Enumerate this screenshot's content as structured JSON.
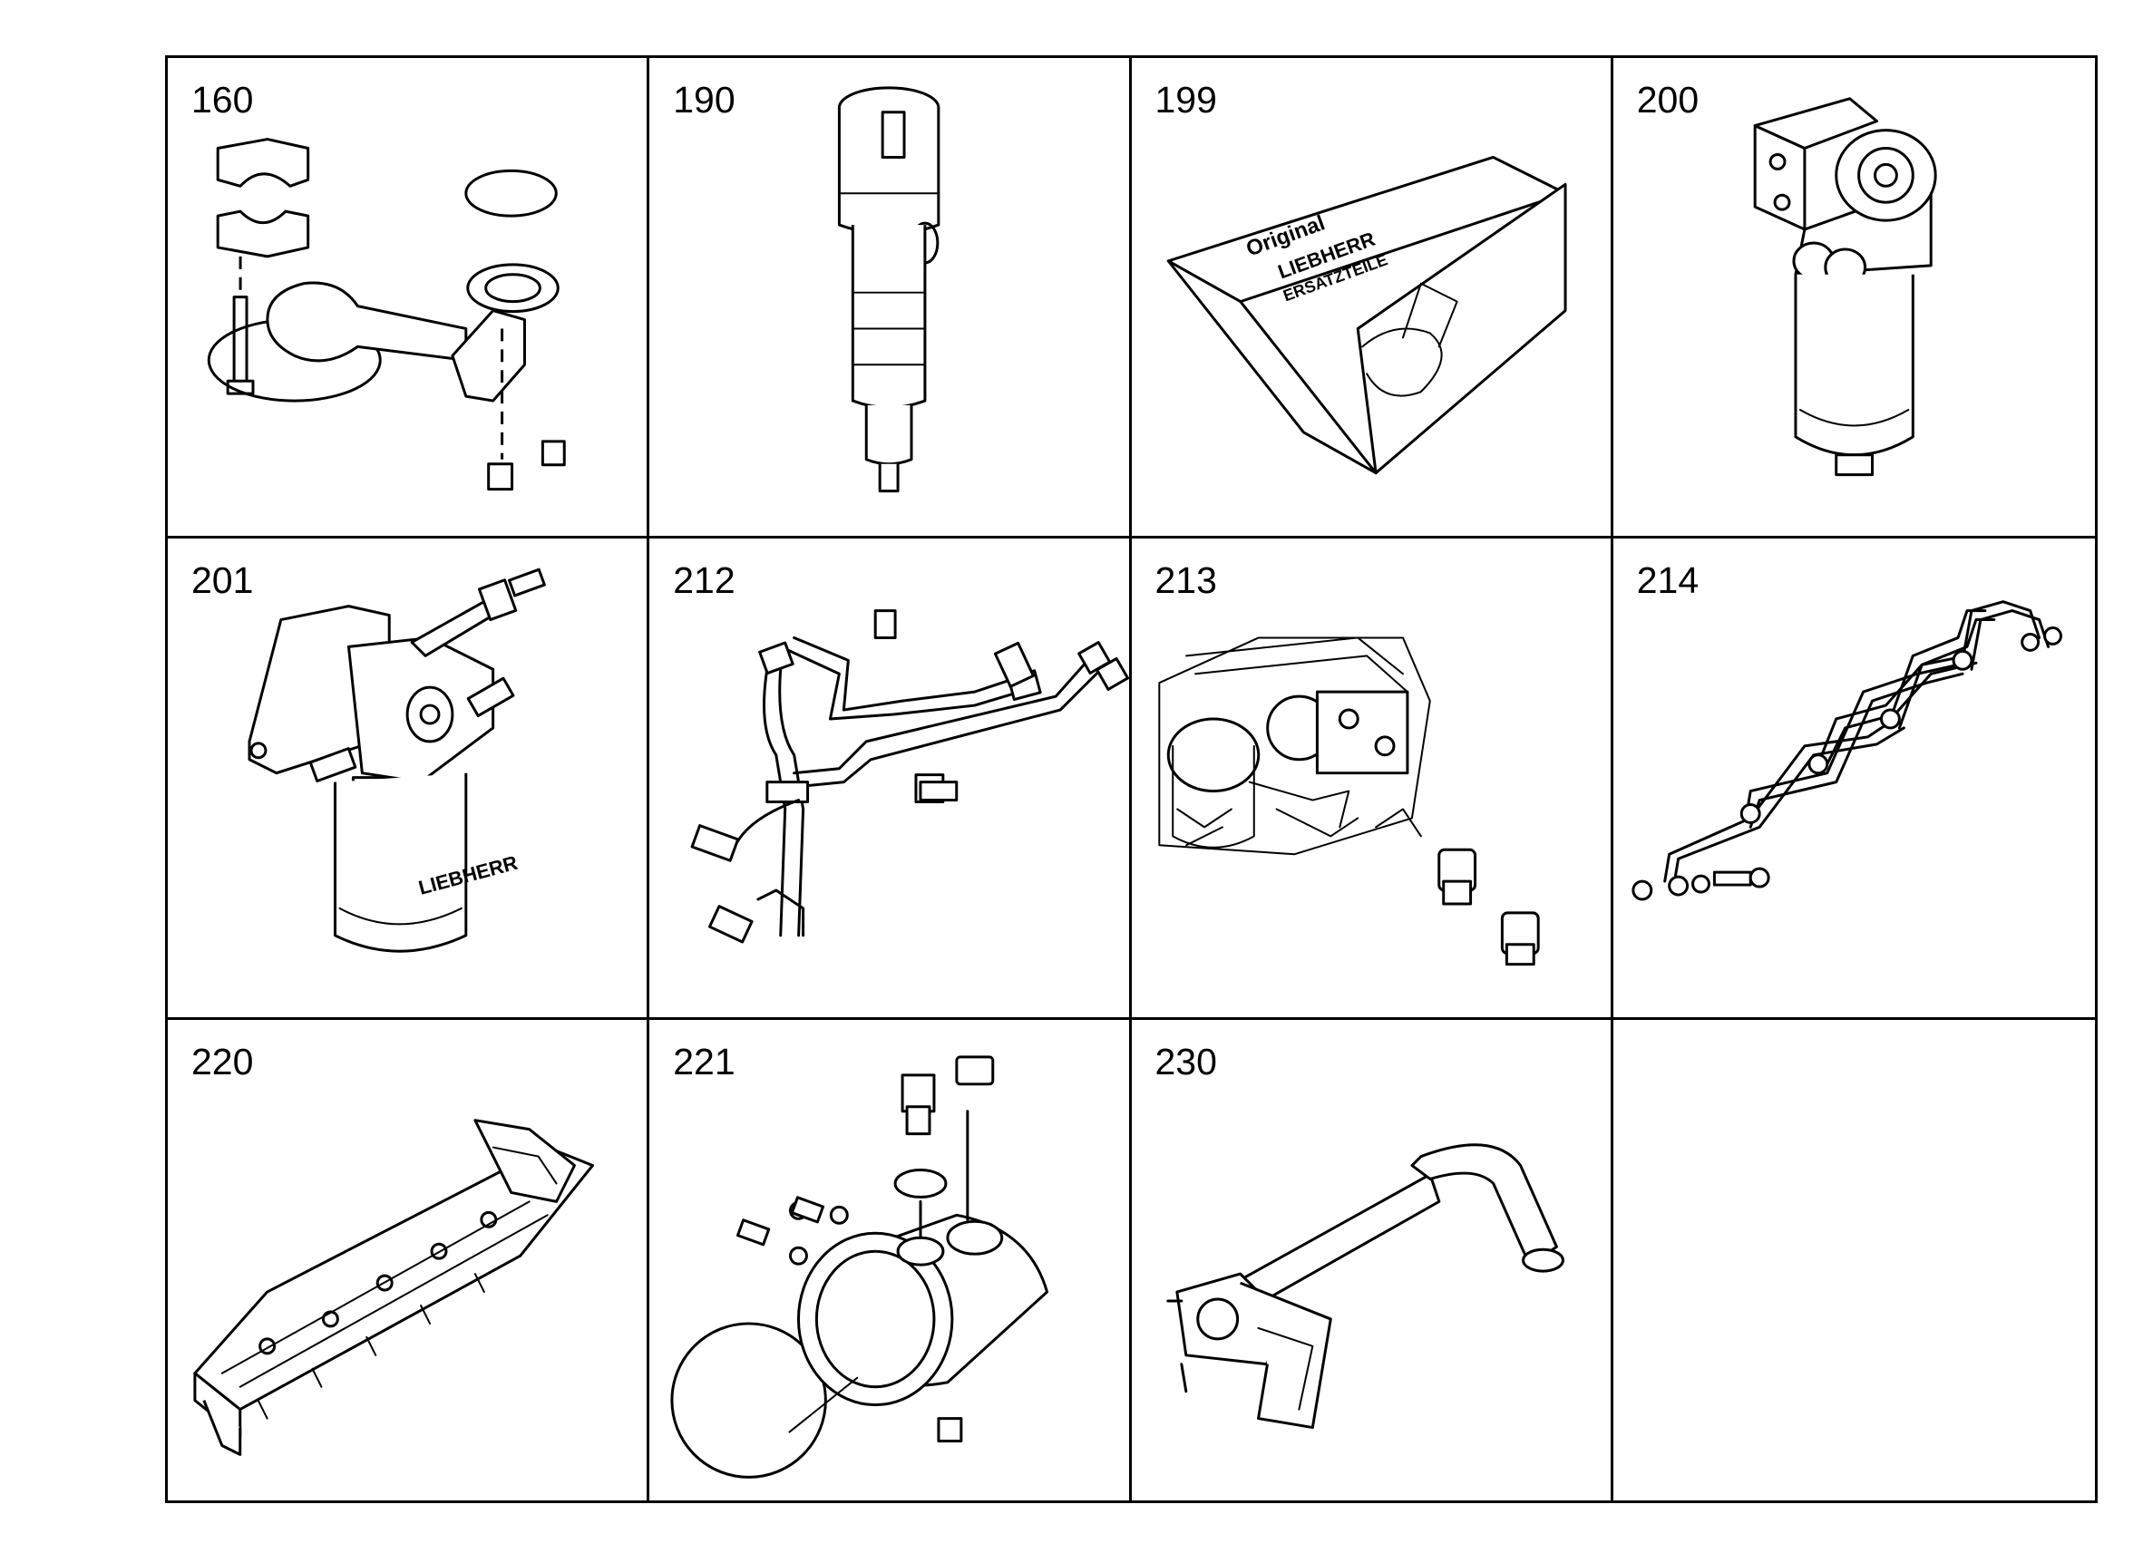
{
  "parts": [
    {
      "number": "160",
      "icon": "oil-suction-pipe-icon"
    },
    {
      "number": "190",
      "icon": "injection-nozzle-icon"
    },
    {
      "number": "199",
      "icon": "original-parts-box-icon"
    },
    {
      "number": "200",
      "icon": "fuel-prefilter-icon"
    },
    {
      "number": "201",
      "icon": "fuel-filter-icon"
    },
    {
      "number": "212",
      "icon": "fuel-lines-icon"
    },
    {
      "number": "213",
      "icon": "engine-fittings-icon"
    },
    {
      "number": "214",
      "icon": "injection-lines-icon"
    },
    {
      "number": "220",
      "icon": "intake-manifold-icon"
    },
    {
      "number": "221",
      "icon": "pipe-connector-icon"
    },
    {
      "number": "230",
      "icon": "exhaust-pipe-icon"
    }
  ],
  "logo_text": {
    "box": "Original LIEBHERR ERSATZTEILE",
    "filter": "LIEBHERR"
  }
}
